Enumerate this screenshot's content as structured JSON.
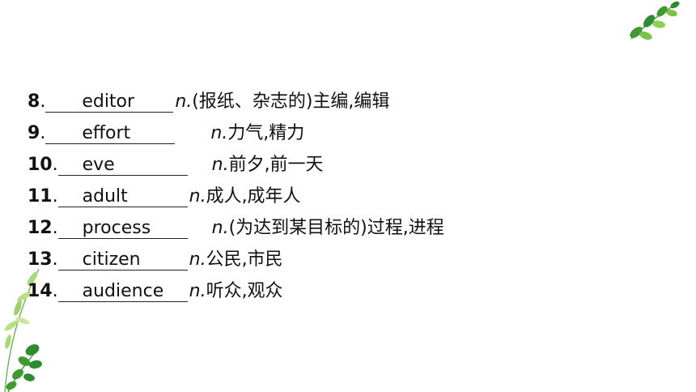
{
  "vocab": [
    {
      "number": "8",
      "answer": "editor",
      "pos": "n.",
      "meaning": "(报纸、杂志的)主编,编辑"
    },
    {
      "number": "9",
      "answer": "effort",
      "pos": "n.",
      "meaning": "力气,精力"
    },
    {
      "number": "10",
      "answer": "eve",
      "pos": "n.",
      "meaning": " 前夕,前一天"
    },
    {
      "number": "11",
      "answer": "adult",
      "pos": "n.",
      "meaning": "成人,成年人"
    },
    {
      "number": "12",
      "answer": "process",
      "pos": "n.",
      "meaning": "(为达到某目标的)过程,进程"
    },
    {
      "number": "13",
      "answer": "citizen",
      "pos": "n.",
      "meaning": "公民,市民"
    },
    {
      "number": "14",
      "answer": "audience",
      "pos": "n.",
      "meaning": "听众,观众"
    }
  ],
  "colors": {
    "leaf_dark": "#2e8b2e",
    "leaf_light": "#7cc24a",
    "text": "#111111"
  }
}
